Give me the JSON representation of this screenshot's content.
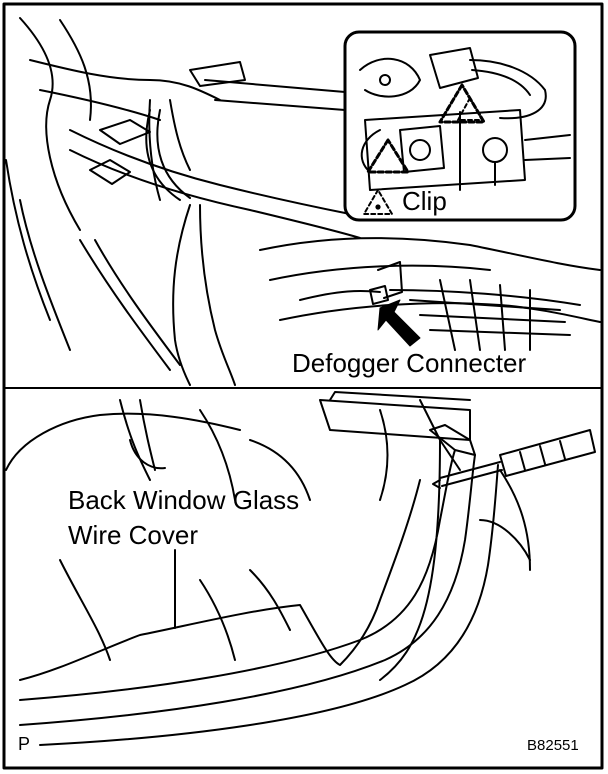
{
  "labels": {
    "clip": "Clip",
    "defogger_connecter": "Defogger Connecter",
    "back_window_glass_line1": "Back Window Glass",
    "back_window_glass_line2": "Wire Cover",
    "corner_mark": "P",
    "figure_code": "B82551"
  },
  "icons": {
    "clip_legend": "dashed-triangle-icon",
    "callout": "arrow-icon"
  }
}
